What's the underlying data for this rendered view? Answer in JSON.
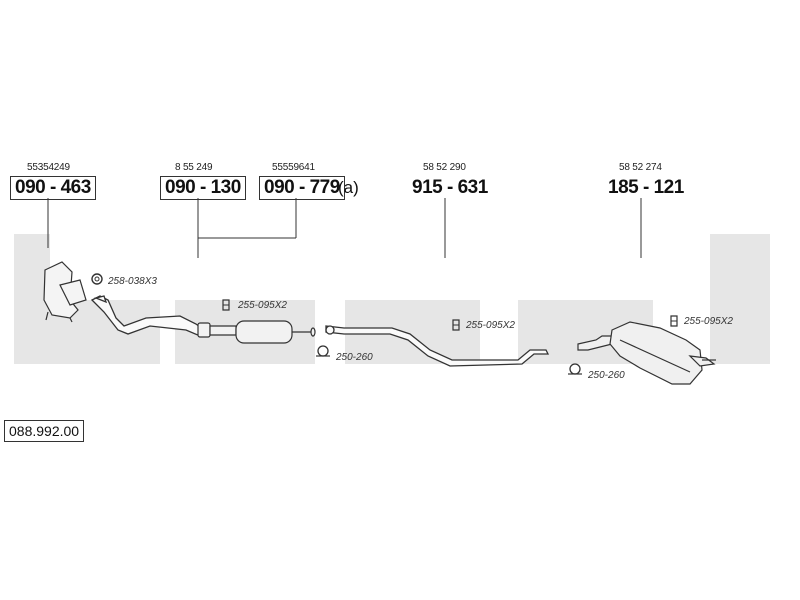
{
  "diagram": {
    "reference": "088.992.00",
    "watermark_color": "#e3e3e3",
    "parts": [
      {
        "oem": "55354249",
        "number": "090 - 463",
        "boxed": true
      },
      {
        "oem": "8 55 249",
        "number": "090 - 130",
        "boxed": true
      },
      {
        "oem": "55559641",
        "number": "090 - 779",
        "boxed": true,
        "suffix": "(a)"
      },
      {
        "oem": "58 52 290",
        "number": "915 - 631",
        "boxed": false
      },
      {
        "oem": "58 52 274",
        "number": "185 - 121",
        "boxed": false
      }
    ],
    "hardware": [
      {
        "label": "258-038X3",
        "icon": "gasket-ring-icon"
      },
      {
        "label": "255-095X2",
        "icon": "clamp-icon"
      },
      {
        "label": "250-260",
        "icon": "hanger-icon"
      },
      {
        "label": "255-095X2",
        "icon": "clamp-icon"
      },
      {
        "label": "255-095X2",
        "icon": "clamp-icon"
      },
      {
        "label": "250-260",
        "icon": "hanger-icon"
      }
    ]
  }
}
